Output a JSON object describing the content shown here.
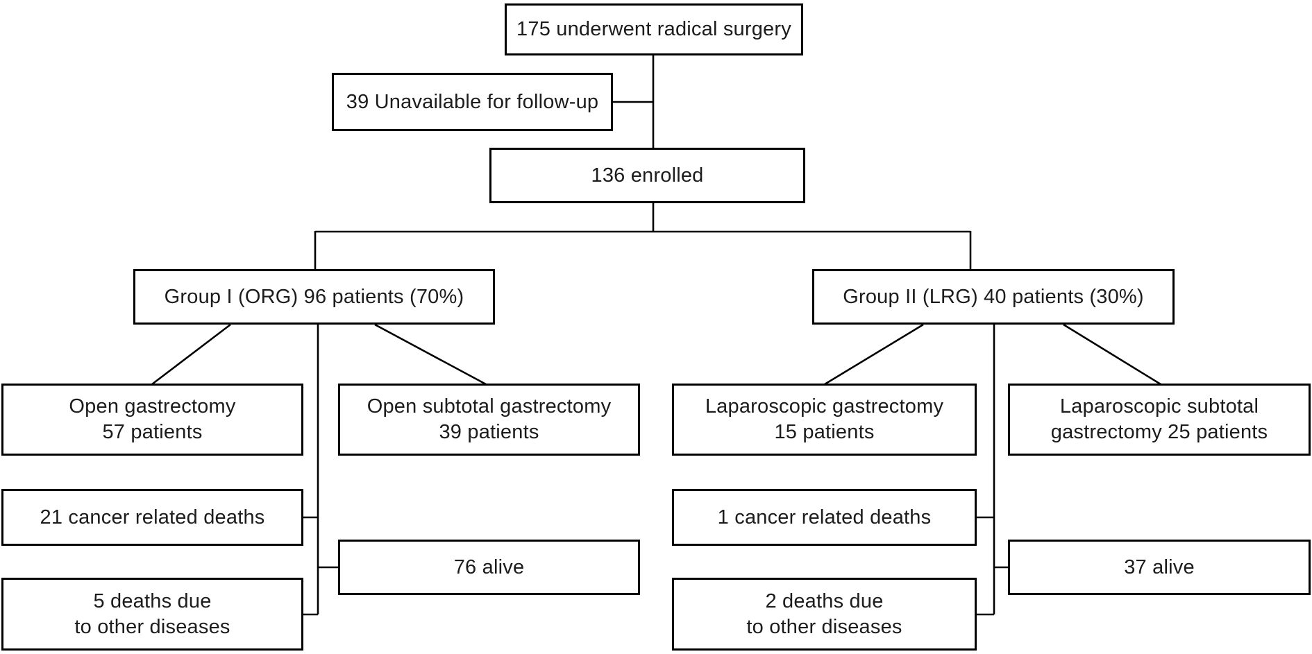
{
  "diagram": {
    "type": "patient-flowchart",
    "colors": {
      "background": "#ffffff",
      "line": "#000000",
      "text": "#1c1c1c"
    },
    "nodes": {
      "surgery": {
        "text": "175 underwent radical surgery"
      },
      "unavailable": {
        "text": "39 Unavailable for follow-up"
      },
      "enrolled": {
        "text": "136 enrolled"
      },
      "group1": {
        "text": "Group I (ORG) 96 patients (70%)"
      },
      "group2": {
        "text": "Group II (LRG) 40 patients (30%)"
      },
      "open_gastrectomy": {
        "line1": "Open gastrectomy",
        "line2": "57 patients"
      },
      "open_subtotal_gastrectomy": {
        "line1": "Open subtotal gastrectomy",
        "line2": "39 patients"
      },
      "laparoscopic_gastrectomy": {
        "line1": "Laparoscopic gastrectomy",
        "line2": "15 patients"
      },
      "laparoscopic_subtotal_gastrectomy": {
        "line1": "Laparoscopic subtotal",
        "line2": "gastrectomy 25 patients"
      },
      "group1_cancer_deaths": {
        "text": "21 cancer related deaths"
      },
      "group1_alive": {
        "text": "76 alive"
      },
      "group1_other_deaths": {
        "line1": "5 deaths due",
        "line2": "to other diseases"
      },
      "group2_cancer_deaths": {
        "text": "1 cancer related deaths"
      },
      "group2_alive": {
        "text": "37 alive"
      },
      "group2_other_deaths": {
        "line1": "2 deaths due",
        "line2": "to other diseases"
      }
    }
  }
}
